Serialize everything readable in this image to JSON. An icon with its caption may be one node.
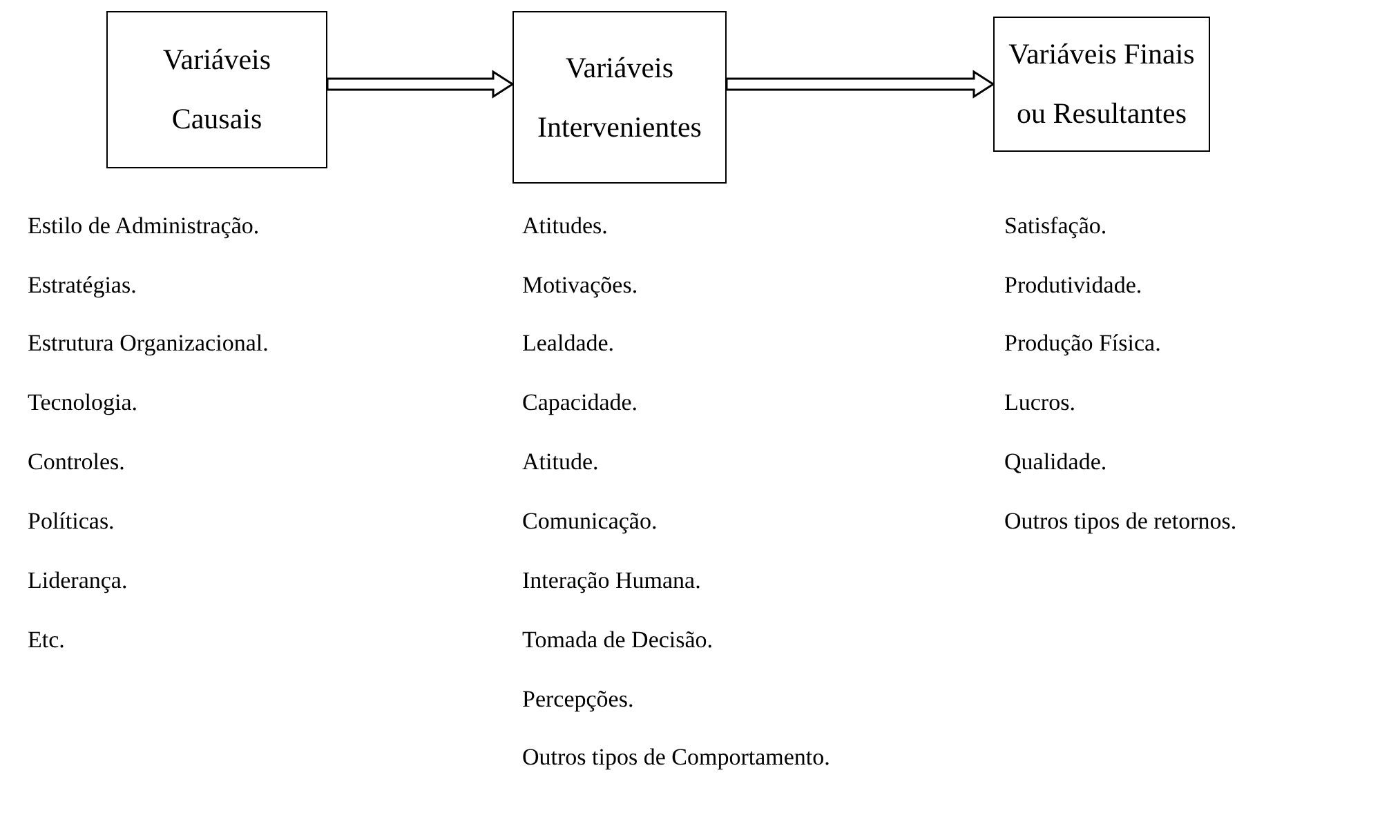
{
  "diagram": {
    "nodes": [
      {
        "text": [
          "Variáveis Causais"
        ],
        "beside": [
          "Estilo de Administração.",
          "Estratégias.",
          "Estrutura Organizacional.",
          "Tecnologia.",
          "Controles.",
          "Políticas.",
          "Liderança.",
          "Etc."
        ]
      },
      {
        "text": [
          "Variáveis Intervenientes"
        ],
        "beside": [
          "Atitudes.",
          "Motivações.",
          "Lealdade.",
          "Capacidade.",
          "Atitude.",
          "Comunicação.",
          "Interação Humana.",
          "Tomada de Decisão.",
          "Percepções.",
          "Outros tipos de Comportamento."
        ]
      },
      {
        "text": [
          "Variáveis Finais ou Resultantes"
        ],
        "beside": [
          "Satisfação.",
          "Produtividade.",
          "Produção Física.",
          "Lucros.",
          "Qualidade.",
          "Outros tipos de retornos."
        ]
      }
    ],
    "edges": [
      {
        "from": 0,
        "to": 1,
        "arrow": "to"
      },
      {
        "from": 1,
        "to": 2,
        "arrow": "to"
      }
    ]
  }
}
